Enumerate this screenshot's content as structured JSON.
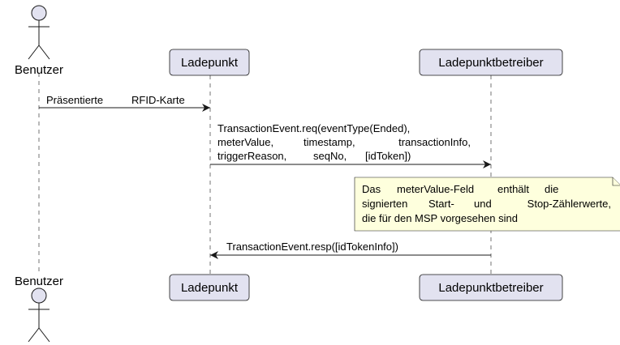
{
  "diagram": {
    "type": "sequence-diagram",
    "participants": [
      {
        "id": "benutzer",
        "label": "Benutzer",
        "kind": "actor"
      },
      {
        "id": "ladepunkt",
        "label": "Ladepunkt",
        "kind": "participant"
      },
      {
        "id": "betreiber",
        "label": "Ladepunktbetreiber",
        "kind": "participant"
      }
    ],
    "messages": [
      {
        "from": "benutzer",
        "to": "ladepunkt",
        "words": [
          "Präsentierte",
          "RFID-Karte"
        ]
      },
      {
        "from": "ladepunkt",
        "to": "betreiber",
        "lines": [
          [
            "TransactionEvent.req(eventType(Ended),"
          ],
          [
            "meterValue,",
            "timestamp,",
            "transactionInfo,"
          ],
          [
            "triggerReason,",
            "seqNo,",
            "[idToken])"
          ]
        ]
      },
      {
        "from": "betreiber",
        "to": "ladepunkt",
        "words": [
          "TransactionEvent.resp([idTokenInfo])"
        ]
      }
    ],
    "note": {
      "over": "betreiber",
      "lines": [
        [
          "Das",
          "meterValue-Feld",
          "enthält",
          "die"
        ],
        [
          "signierten",
          "Start-",
          "und",
          "Stop-Zählerwerte,"
        ],
        [
          "die für den MSP vorgesehen sind"
        ]
      ]
    },
    "colors": {
      "participant_fill": "#E2E2F0",
      "participant_border": "#181818",
      "note_fill": "#FEFFDD",
      "line": "#181818",
      "lifeline": "#181818"
    }
  }
}
